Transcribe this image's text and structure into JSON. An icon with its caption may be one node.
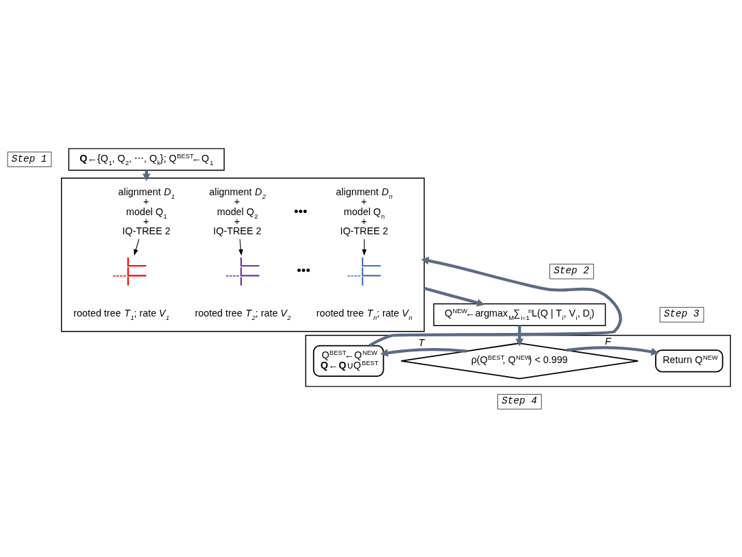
{
  "diagram": {
    "nodes": [
      {
        "text": [
          "Step 1"
        ]
      },
      {
        "text": [
          "**Q**←{Q$_{1}$, Q$_{2}$, ⋯, Q$_{k}$}; Q$^{BEST}$←Q$_{1}$"
        ]
      },
      {
        "text": [],
        "shape": "box"
      },
      {
        "text": [
          "Step 2"
        ]
      },
      {
        "text": [
          "alignment *D$_{1}$*",
          "+",
          "model Q$_{1}$",
          "+",
          "IQ-TREE 2"
        ],
        "in": 2
      },
      {
        "text": [],
        "shape": "picture",
        "in": 2,
        "beside": [
          "rooted tree *T$_{1}$*; rate *V$_{1}$*"
        ]
      },
      {
        "text": [
          "alignment *D$_{2}$*",
          "+",
          "model Q$_{2}$",
          "+",
          "IQ-TREE 2"
        ],
        "in": 2
      },
      {
        "text": [],
        "shape": "picture",
        "in": 2,
        "beside": [
          "rooted tree *T$_{2}$*; rate *V$_{2}$*"
        ]
      },
      {
        "text": [
          "alignment *D$_{n}$*",
          "+",
          "model Q$_{n}$",
          "+",
          "IQ-TREE 2"
        ],
        "in": 2
      },
      {
        "text": [],
        "shape": "picture",
        "in": 2,
        "beside": [
          "rooted tree *T$_{n}$*; rate *V$_{n}$*"
        ]
      },
      {
        "text": [
          "Step 3"
        ]
      },
      {
        "text": [
          "Q$^{NEW}$←argmax$_{M}$∑$_{i=1}$$^{n}$L(Q | T$_{i}$, V$_{i}$, D$_{i}$)"
        ]
      },
      {
        "text": [],
        "shape": "box"
      },
      {
        "text": [
          "Q$^{BEST}$←Q$^{NEW}$",
          "**Q**←**Q**∪Q$^{BEST}$"
        ],
        "in": 12
      },
      {
        "text": [
          "ρ(Q$^{BEST}$, Q$^{NEW}$) < 0.999"
        ],
        "in": 12
      },
      {
        "text": [
          "Return Q$^{NEW}$"
        ],
        "in": 12
      },
      {
        "text": [
          "Step 4"
        ]
      }
    ],
    "edges": [
      {
        "from": 1,
        "to": 2,
        "arrow": "to"
      },
      {
        "from": 4,
        "to": 5,
        "arrow": "to",
        "color": "#000000"
      },
      {
        "from": 6,
        "to": 7,
        "arrow": "to",
        "color": "#000000"
      },
      {
        "from": 8,
        "to": 9,
        "arrow": "to",
        "color": "#000000"
      },
      {
        "from": 2,
        "to": 11,
        "arrow": "to"
      },
      {
        "from": 11,
        "to": 14,
        "arrow": "to"
      },
      {
        "from": 14,
        "to": 13,
        "arrow": "to",
        "label": "*T*"
      },
      {
        "from": 14,
        "to": 15,
        "arrow": "to",
        "label": "*F*"
      },
      {
        "from": 13,
        "to": 2,
        "arrow": "to"
      }
    ],
    "labels": [
      "•••",
      "•••"
    ]
  }
}
